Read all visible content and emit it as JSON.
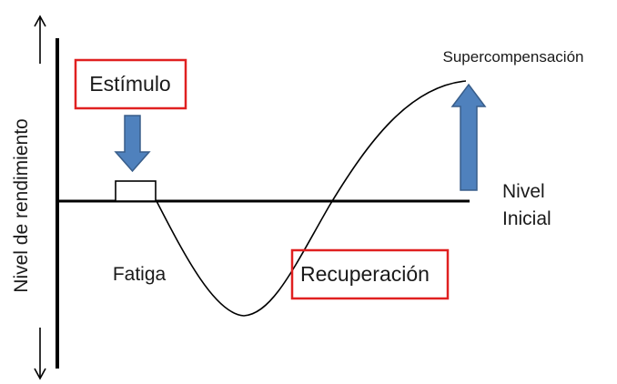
{
  "diagram": {
    "labels": {
      "y_axis": "Nivel de rendimiento",
      "stimulus": "Estímulo",
      "fatigue": "Fatiga",
      "recovery": "Recuperación",
      "supercompensation": "Supercompensación",
      "baseline_line1": "Nivel",
      "baseline_line2": "Inicial"
    },
    "colors": {
      "axis": "#000000",
      "curve": "#000000",
      "arrow_fill": "#4f81bd",
      "arrow_stroke": "#385d8a",
      "box_border": "#e02020",
      "text": "#1a1a1a"
    }
  }
}
